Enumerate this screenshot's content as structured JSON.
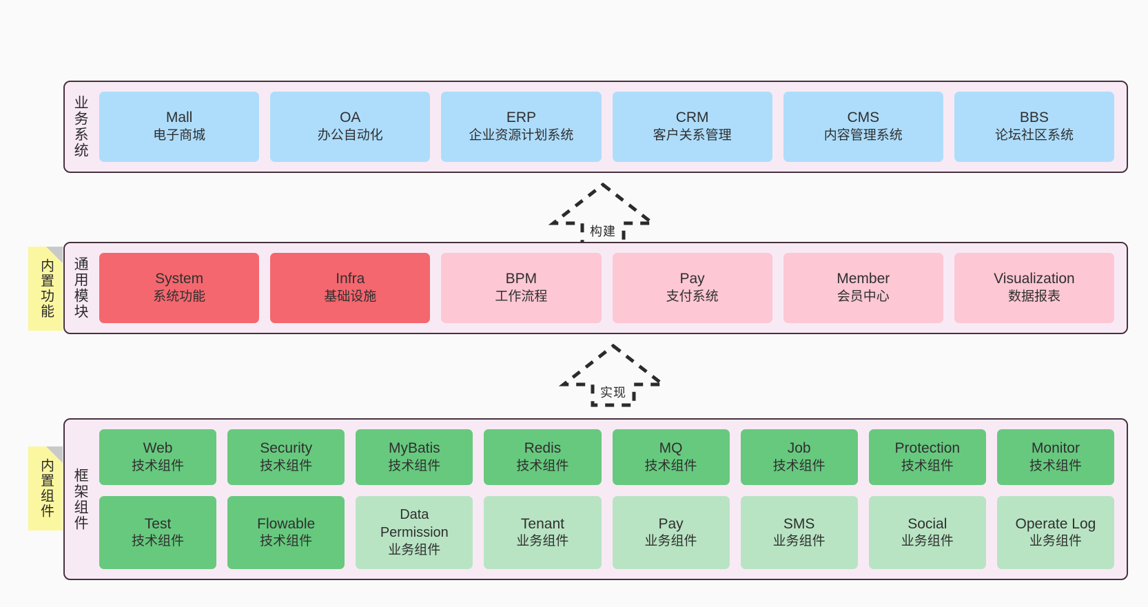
{
  "layers": [
    {
      "id": "business-systems",
      "title": "业务系统",
      "rows": [
        {
          "cards": [
            {
              "en": "Mall",
              "cn": "电子商城",
              "color": "blue"
            },
            {
              "en": "OA",
              "cn": "办公自动化",
              "color": "blue"
            },
            {
              "en": "ERP",
              "cn": "企业资源计划系统",
              "color": "blue"
            },
            {
              "en": "CRM",
              "cn": "客户关系管理",
              "color": "blue"
            },
            {
              "en": "CMS",
              "cn": "内容管理系统",
              "color": "blue"
            },
            {
              "en": "BBS",
              "cn": "论坛社区系统",
              "color": "blue"
            }
          ]
        }
      ]
    },
    {
      "id": "common-modules",
      "title": "通用模块",
      "sticky": "内置功能",
      "rows": [
        {
          "cards": [
            {
              "en": "System",
              "cn": "系统功能",
              "color": "red"
            },
            {
              "en": "Infra",
              "cn": "基础设施",
              "color": "red"
            },
            {
              "en": "BPM",
              "cn": "工作流程",
              "color": "pink"
            },
            {
              "en": "Pay",
              "cn": "支付系统",
              "color": "pink"
            },
            {
              "en": "Member",
              "cn": "会员中心",
              "color": "pink"
            },
            {
              "en": "Visualization",
              "cn": "数据报表",
              "color": "pink"
            }
          ]
        }
      ]
    },
    {
      "id": "framework-components",
      "title": "框架组件",
      "sticky": "内置组件",
      "rows": [
        {
          "cards": [
            {
              "en": "Web",
              "cn": "技术组件",
              "color": "green"
            },
            {
              "en": "Security",
              "cn": "技术组件",
              "color": "green"
            },
            {
              "en": "MyBatis",
              "cn": "技术组件",
              "color": "green"
            },
            {
              "en": "Redis",
              "cn": "技术组件",
              "color": "green"
            },
            {
              "en": "MQ",
              "cn": "技术组件",
              "color": "green"
            },
            {
              "en": "Job",
              "cn": "技术组件",
              "color": "green"
            },
            {
              "en": "Protection",
              "cn": "技术组件",
              "color": "green"
            },
            {
              "en": "Monitor",
              "cn": "技术组件",
              "color": "green"
            }
          ]
        },
        {
          "cards": [
            {
              "en": "Test",
              "cn": "技术组件",
              "color": "green"
            },
            {
              "en": "Flowable",
              "cn": "技术组件",
              "color": "green"
            },
            {
              "en": "Data Permission",
              "cn": "业务组件",
              "color": "lightgreen"
            },
            {
              "en": "Tenant",
              "cn": "业务组件",
              "color": "lightgreen"
            },
            {
              "en": "Pay",
              "cn": "业务组件",
              "color": "lightgreen"
            },
            {
              "en": "SMS",
              "cn": "业务组件",
              "color": "lightgreen"
            },
            {
              "en": "Social",
              "cn": "业务组件",
              "color": "lightgreen"
            },
            {
              "en": "Operate Log",
              "cn": "业务组件",
              "color": "lightgreen"
            }
          ]
        }
      ]
    }
  ],
  "arrows": [
    {
      "id": "build-arrow",
      "label": "构建"
    },
    {
      "id": "implement-arrow",
      "label": "实现"
    }
  ],
  "colors": {
    "blue": "#AEDDFB",
    "red": "#F4676E",
    "pink": "#FDC7D4",
    "green": "#67C97E",
    "lightgreen": "#B8E4C3",
    "container_bg": "#F8EAF5",
    "container_border": "#47313C",
    "sticky_bg": "#FBF7A0",
    "page_bg": "#FAFAFA"
  }
}
